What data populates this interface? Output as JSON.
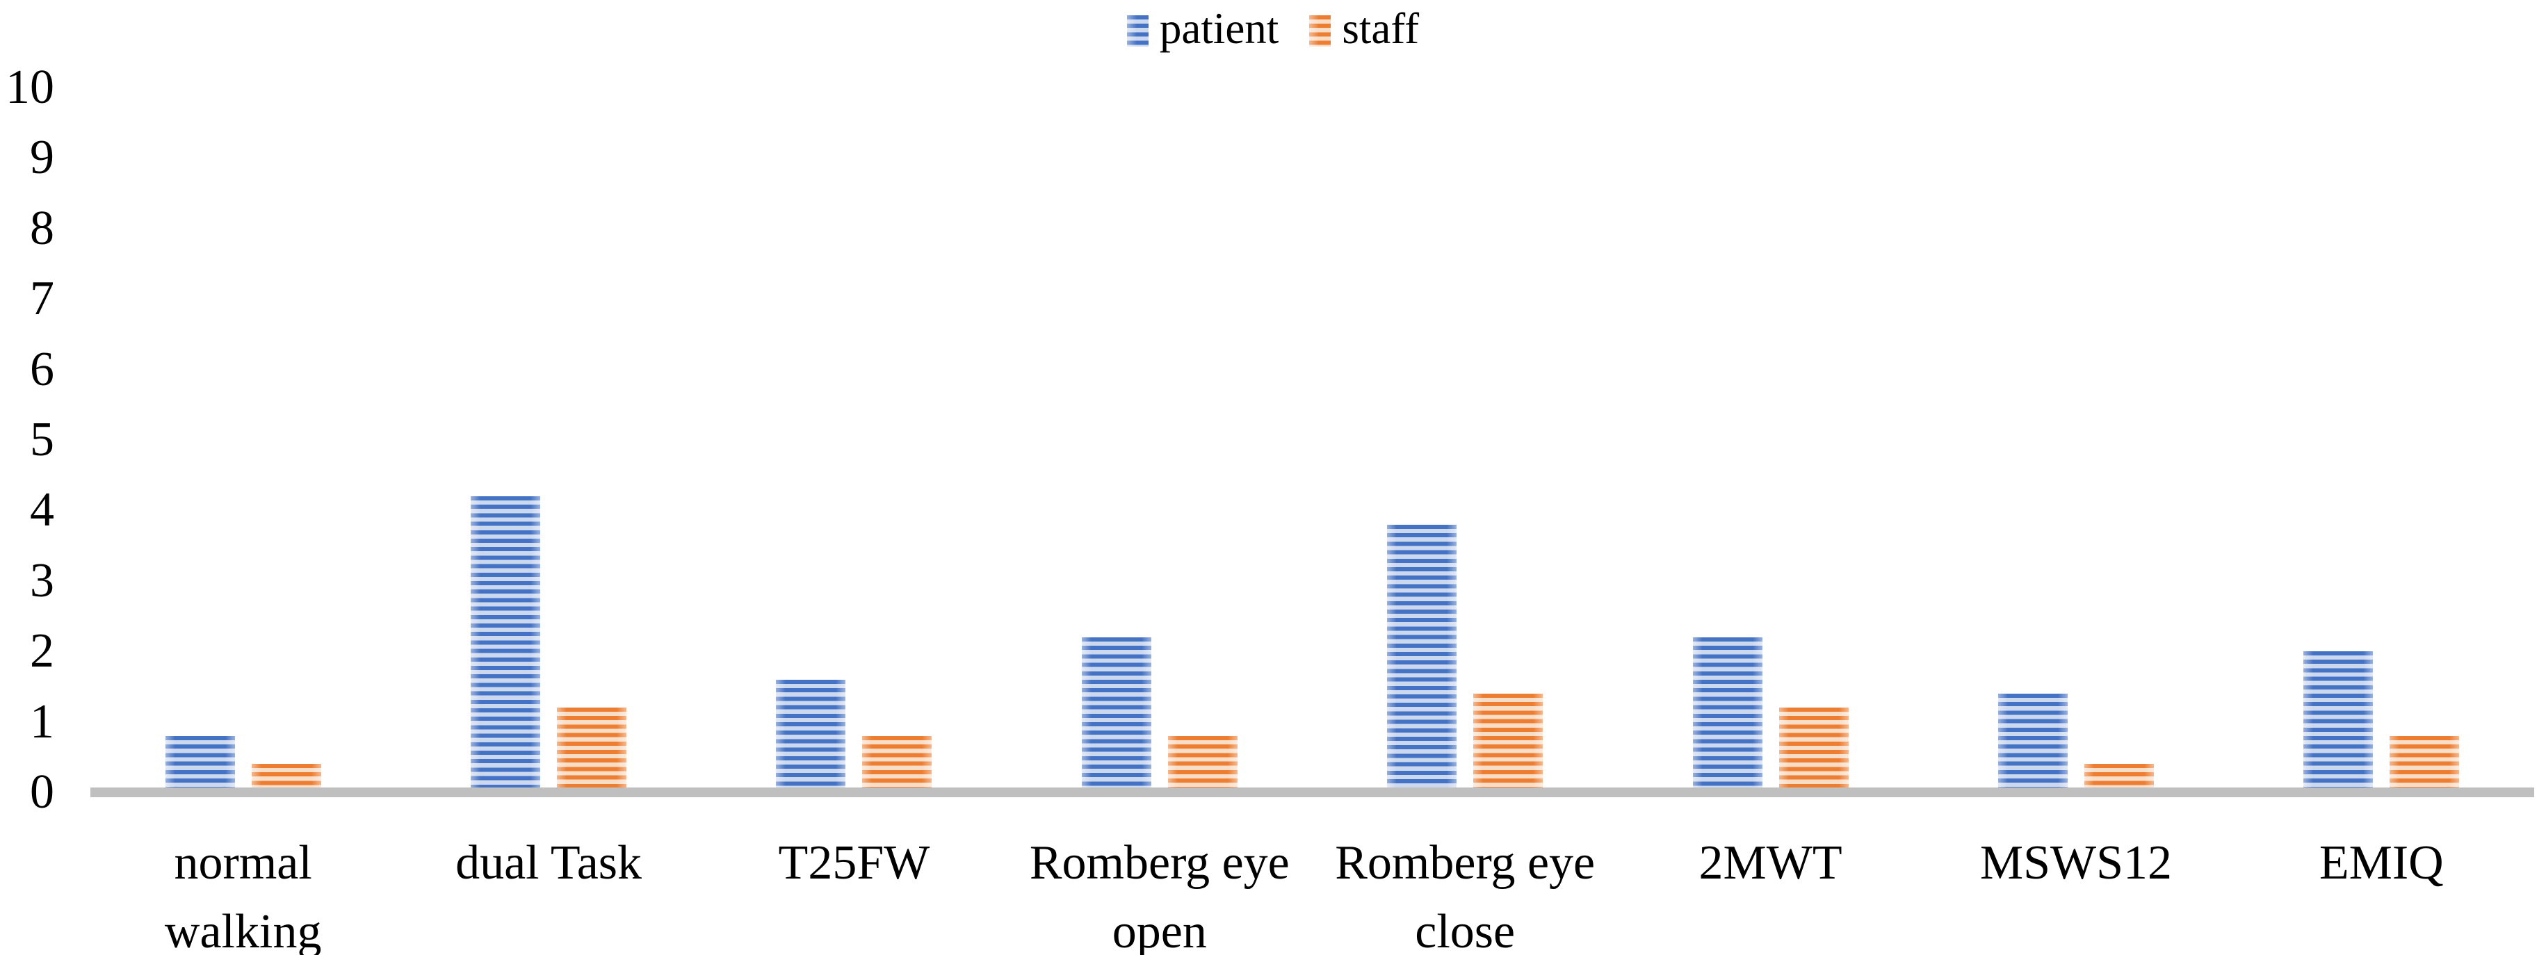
{
  "chart_data": {
    "type": "bar",
    "title": "",
    "categories": [
      "normal\nwalking",
      "dual Task",
      "T25FW",
      "Romberg eye\nopen",
      "Romberg eye\nclose",
      "2MWT",
      "MSWS12",
      "EMIQ"
    ],
    "series": [
      {
        "name": "patient",
        "color": "#4472C4",
        "stripe_light": "#ccd8ee",
        "values": [
          0.8,
          4.2,
          1.6,
          2.2,
          3.8,
          2.2,
          1.4,
          2.0
        ]
      },
      {
        "name": "staff",
        "color": "#ED7D31",
        "stripe_light": "#f9ddc7",
        "values": [
          0.4,
          1.2,
          0.8,
          0.8,
          1.4,
          1.2,
          0.4,
          0.8
        ]
      }
    ],
    "xlabel": "",
    "ylabel": "",
    "ylim": [
      0,
      10
    ],
    "yticks": [
      0,
      1,
      2,
      3,
      4,
      5,
      6,
      7,
      8,
      9,
      10
    ],
    "grid": false,
    "legend_position": "top-center",
    "bar_pattern": "horizontal-stripes",
    "axis_line_color": "#BFBFBF",
    "text_color": "#000000",
    "background": "#FFFFFF"
  }
}
